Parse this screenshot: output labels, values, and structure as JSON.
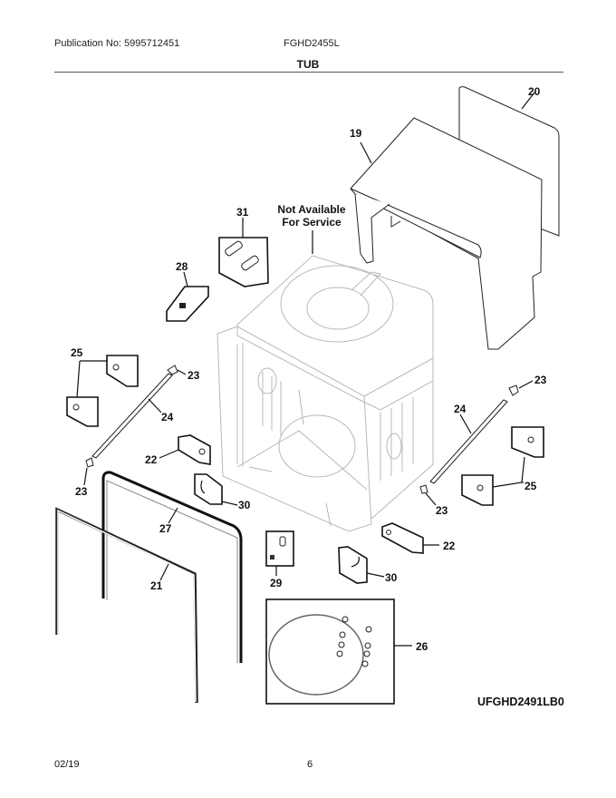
{
  "header": {
    "publication": "Publication No: 5995712451",
    "model": "FGHD2455L",
    "section_title": "TUB"
  },
  "footer": {
    "date": "02/19",
    "page": "6"
  },
  "diagram": {
    "code": "UFGHD2491LB0",
    "note_line1": "Not Available",
    "note_line2": "For Service",
    "callouts": {
      "p19": "19",
      "p20": "20",
      "p21": "21",
      "p22a": "22",
      "p22b": "22",
      "p23a": "23",
      "p23b": "23",
      "p23c": "23",
      "p23d": "23",
      "p24a": "24",
      "p24b": "24",
      "p25a": "25",
      "p25b": "25",
      "p26": "26",
      "p27": "27",
      "p28": "28",
      "p29": "29",
      "p30a": "30",
      "p30b": "30",
      "p31": "31"
    }
  }
}
